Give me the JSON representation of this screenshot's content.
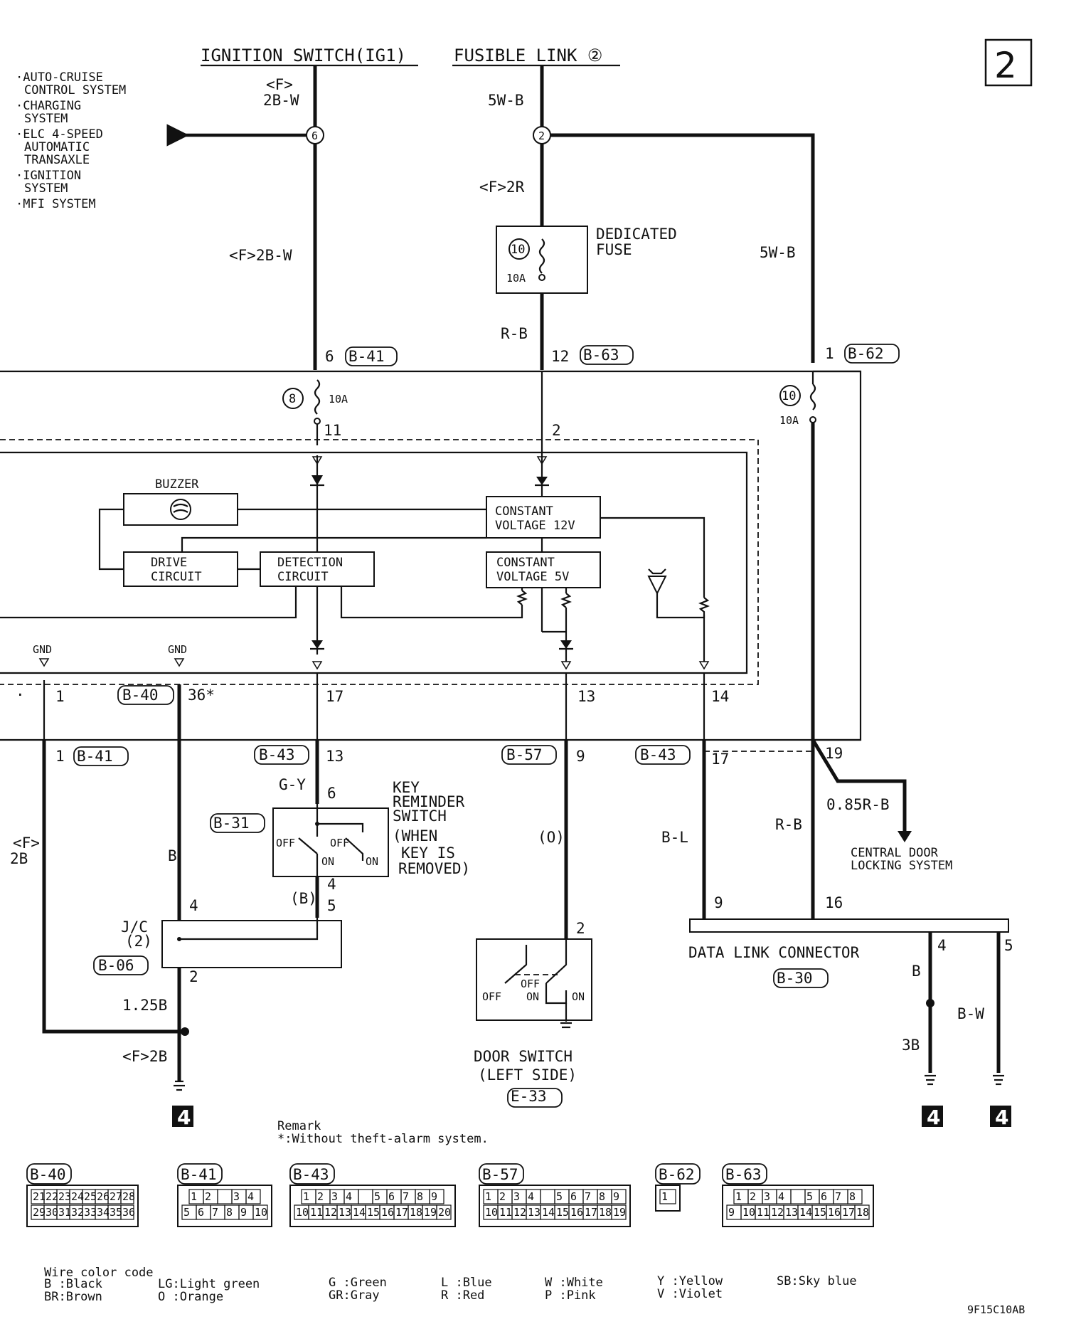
{
  "page": {
    "number": "2",
    "figure_id": "9F15C10AB"
  },
  "sources": {
    "ignition_switch": "IGNITION SWITCH(IG1)",
    "fusible_link": "FUSIBLE LINK ②"
  },
  "left_systems": [
    "·AUTO-CRUISE",
    "CONTROL SYSTEM",
    "·CHARGING",
    "SYSTEM",
    "·ELC 4-SPEED",
    "AUTOMATIC",
    "TRANSAXLE",
    "·IGNITION",
    "SYSTEM",
    "·MFI SYSTEM"
  ],
  "wires": {
    "ign_top_1": "<F>",
    "ign_top_2": "2B-W",
    "ign_mid": "<F>2B-W",
    "fl_top": "5W-B",
    "fl_mid": "<F>2R",
    "fl_below_fuse": "R-B",
    "right_5wb": "5W-B",
    "gnd_left_1": "<F>",
    "gnd_left_2": "2B",
    "b40_wire": "B",
    "gy": "G-Y",
    "b_paren": "(B)",
    "o_paren": "(O)",
    "bl": "B-L",
    "rb": "R-B",
    "r085": "0.85R-B",
    "b4": "B",
    "bw": "B-W",
    "b3": "3B",
    "b125": "1.25B",
    "f2b": "<F>2B"
  },
  "fuses": {
    "dedicated_no": "10",
    "dedicated_amp": "10A",
    "dedicated_label_1": "DEDICATED",
    "dedicated_label_2": "FUSE",
    "f8_no": "8",
    "f8_amp": "10A",
    "f10_no": "10",
    "f10_amp": "10A"
  },
  "splices": {
    "s6": "6",
    "s2": "2"
  },
  "pins": {
    "b41_6": "6",
    "b41_conn": "B-41",
    "b63_12": "12",
    "b63_conn": "B-63",
    "b62_1": "1",
    "b62_conn": "B-62",
    "p11": "11",
    "p2": "2",
    "p1": "1",
    "p36": "36*",
    "p17": "17",
    "p13": "13",
    "p14": "14",
    "b40_conn": "B-40",
    "dot": "·",
    "lower_1": "1",
    "lower_b41": "B-41",
    "lower_b43": "B-43",
    "lower_13": "13",
    "lower_b57": "B-57",
    "lower_9": "9",
    "lower_b43b": "B-43",
    "lower_17": "17",
    "lower_19": "19",
    "ks_6": "6",
    "ks_4": "4",
    "ks_5": "5",
    "jc_4": "4",
    "jc_2": "2",
    "ds_2": "2",
    "dlc_9": "9",
    "dlc_16": "16",
    "dlc_4": "4",
    "dlc_5": "5"
  },
  "etacs": {
    "buzzer": "BUZZER",
    "cv12_1": "CONSTANT",
    "cv12_2": "VOLTAGE 12V",
    "cv5_1": "CONSTANT",
    "cv5_2": "VOLTAGE 5V",
    "drive_1": "DRIVE",
    "drive_2": "CIRCUIT",
    "detect_1": "DETECTION",
    "detect_2": "CIRCUIT",
    "gnd1": "GND",
    "gnd2": "GND"
  },
  "key_switch": {
    "conn": "B-31",
    "label": [
      "KEY",
      "REMINDER",
      "SWITCH",
      "(WHEN",
      "KEY IS",
      "REMOVED)"
    ],
    "off1": "OFF",
    "off2": "OFF",
    "on1": "ON",
    "on2": "ON"
  },
  "jc": {
    "label_1": "J/C",
    "label_2": "(2)",
    "conn": "B-06"
  },
  "door_switch": {
    "label_1": "DOOR SWITCH",
    "label_2": "(LEFT SIDE)",
    "conn": "E-33",
    "off": "OFF",
    "off2": "OFF",
    "on": "ON",
    "on2": "ON"
  },
  "central_door": [
    "CENTRAL DOOR",
    "LOCKING SYSTEM"
  ],
  "dlc": {
    "label": "DATA LINK CONNECTOR",
    "conn": "B-30"
  },
  "ground_refs": [
    "4",
    "4",
    "4"
  ],
  "remark": {
    "title": "Remark",
    "text": "*:Without theft-alarm system."
  },
  "connectors": {
    "b40": {
      "name": "B-40",
      "row1": [
        "21",
        "22",
        "23",
        "24",
        "25",
        "26",
        "27",
        "28"
      ],
      "row2": [
        "29",
        "30",
        "31",
        "32",
        "33",
        "34",
        "35",
        "36"
      ]
    },
    "b41": {
      "name": "B-41",
      "row1": [
        "1",
        "2",
        "",
        "3",
        "4"
      ],
      "row2": [
        "5",
        "6",
        "7",
        "8",
        "9",
        "10"
      ]
    },
    "b43": {
      "name": "B-43",
      "row1": [
        "1",
        "2",
        "3",
        "4",
        "",
        "5",
        "6",
        "7",
        "8",
        "9"
      ],
      "row2": [
        "10",
        "11",
        "12",
        "13",
        "14",
        "15",
        "16",
        "17",
        "18",
        "19",
        "20"
      ]
    },
    "b57": {
      "name": "B-57",
      "row1": [
        "1",
        "2",
        "3",
        "4",
        "",
        "5",
        "6",
        "7",
        "8",
        "9"
      ],
      "row2": [
        "10",
        "11",
        "12",
        "13",
        "14",
        "15",
        "16",
        "17",
        "18",
        "19"
      ]
    },
    "b62": {
      "name": "B-62",
      "row1": [
        "1"
      ]
    },
    "b63": {
      "name": "B-63",
      "row1": [
        "1",
        "2",
        "3",
        "4",
        "",
        "5",
        "6",
        "7",
        "8"
      ],
      "row2": [
        "9",
        "10",
        "11",
        "12",
        "13",
        "14",
        "15",
        "16",
        "17",
        "18"
      ]
    }
  },
  "color_code": {
    "title": "Wire color code",
    "entries": [
      "B :Black",
      "BR:Brown",
      "LG:Light green",
      "O :Orange",
      "G :Green",
      "GR:Gray",
      "L :Blue",
      "R :Red",
      "W :White",
      "P :Pink",
      "Y :Yellow",
      "V :Violet",
      "SB:Sky blue"
    ]
  }
}
